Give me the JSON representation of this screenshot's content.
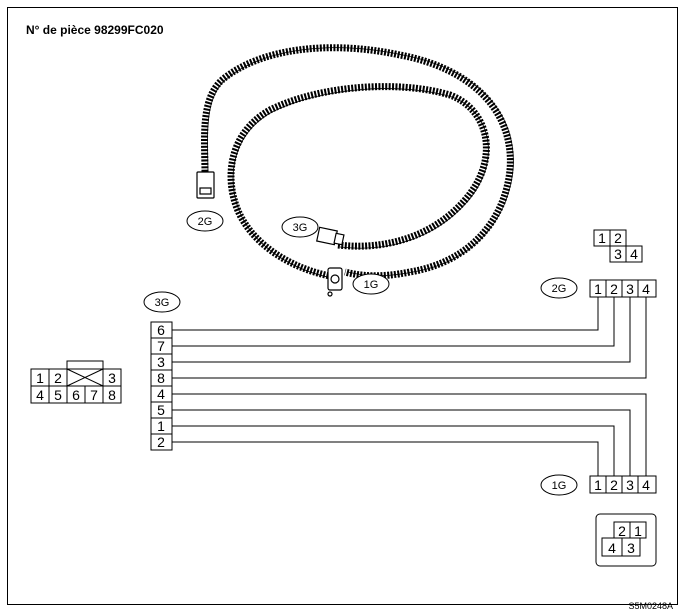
{
  "title": "N° de pièce 98299FC020",
  "footer_code": "S5M0248A",
  "harness_labels": {
    "c2g": "2G",
    "c3g": "3G",
    "c1g": "1G"
  },
  "legend_3g": {
    "label": "3G",
    "pins_top": [
      "1",
      "2",
      "3"
    ],
    "pins_bottom": [
      "4",
      "5",
      "6",
      "7",
      "8"
    ]
  },
  "legend_2g": {
    "label": "2G",
    "face_top": [
      "1",
      "2"
    ],
    "face_bottom": [
      "3",
      "4"
    ],
    "pins": [
      "1",
      "2",
      "3",
      "4"
    ]
  },
  "legend_1g": {
    "label": "1G",
    "face_top": [
      "2",
      "1"
    ],
    "face_bottom": [
      "4",
      "3"
    ],
    "pins": [
      "1",
      "2",
      "3",
      "4"
    ]
  },
  "connector_3g_pins": [
    "6",
    "7",
    "3",
    "8",
    "4",
    "5",
    "1",
    "2"
  ],
  "wiring": [
    {
      "from_3g": "6",
      "to": "2G",
      "pin": "1"
    },
    {
      "from_3g": "7",
      "to": "2G",
      "pin": "2"
    },
    {
      "from_3g": "3",
      "to": "2G",
      "pin": "3"
    },
    {
      "from_3g": "8",
      "to": "2G",
      "pin": "4"
    },
    {
      "from_3g": "4",
      "to": "1G",
      "pin": "4"
    },
    {
      "from_3g": "5",
      "to": "1G",
      "pin": "3"
    },
    {
      "from_3g": "1",
      "to": "1G",
      "pin": "2"
    },
    {
      "from_3g": "2",
      "to": "1G",
      "pin": "1"
    }
  ]
}
